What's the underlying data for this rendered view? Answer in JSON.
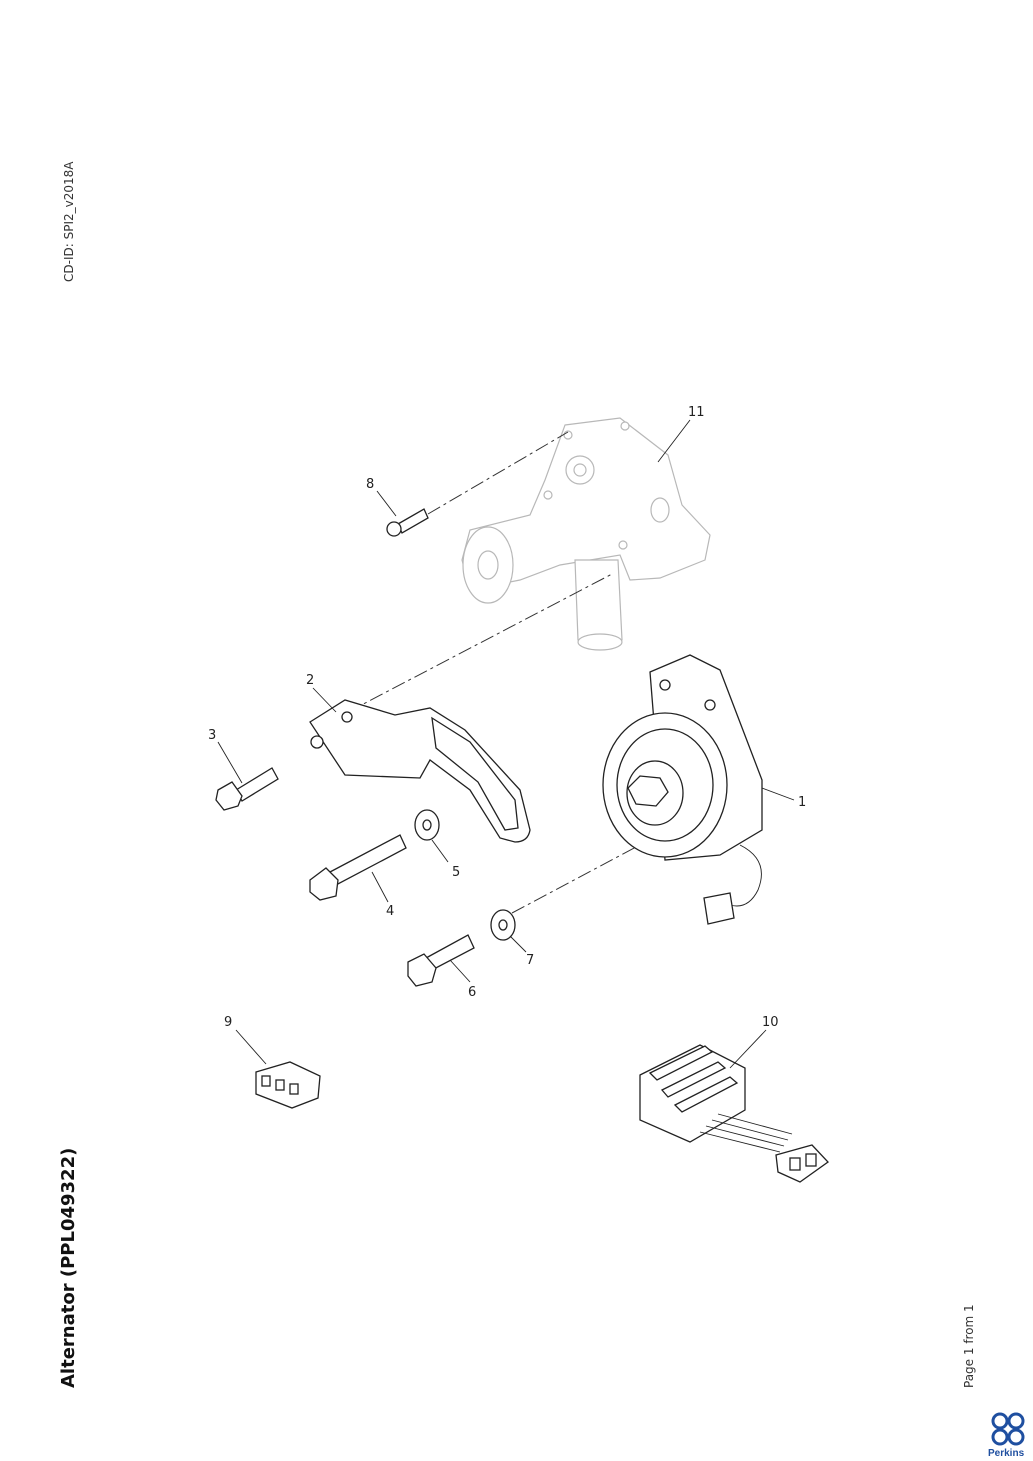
{
  "header": {
    "cd_id": "CD-ID: SPI2_v2018A"
  },
  "title": "Alternator (PPL049322)",
  "footer": {
    "page": "Page 1 from 1"
  },
  "logo": {
    "text": "Perkins",
    "color": "#1f4fa0"
  },
  "callouts": {
    "c1": "1",
    "c2": "2",
    "c3": "3",
    "c4": "4",
    "c5": "5",
    "c6": "6",
    "c7": "7",
    "c8": "8",
    "c9": "9",
    "c10": "10",
    "c11": "11"
  }
}
